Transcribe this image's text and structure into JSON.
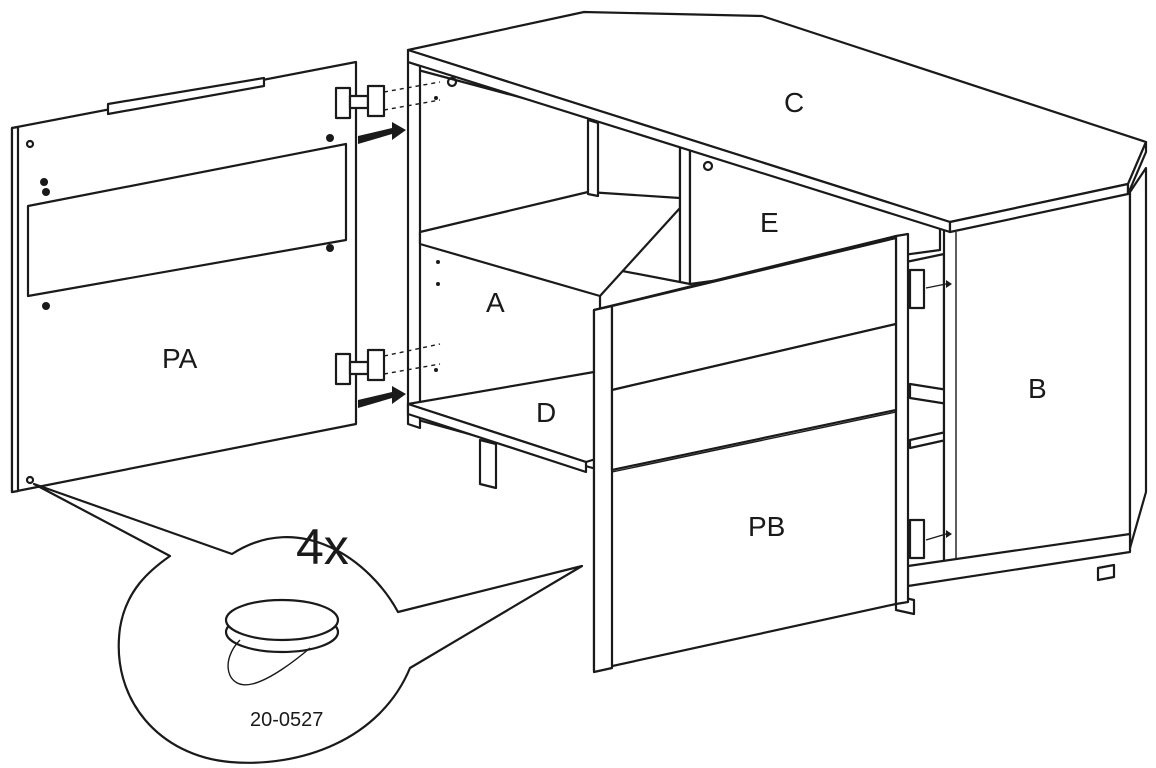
{
  "labels": {
    "door_left": "PA",
    "door_right": "PB",
    "top_panel": "C",
    "side_panel": "B",
    "left_compartment": "A",
    "bottom_shelf": "D",
    "center_compartment": "E"
  },
  "callout": {
    "quantity": "4x",
    "part_number": "20-0527"
  }
}
